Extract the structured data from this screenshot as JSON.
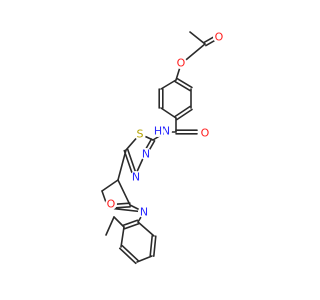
{
  "molecule": {
    "atoms": [
      {
        "id": "O_ester",
        "label": "O",
        "color": "#ff2020"
      },
      {
        "id": "O_acyl",
        "label": "O",
        "color": "#ff2020"
      },
      {
        "id": "O_amide",
        "label": "O",
        "color": "#ff2020"
      },
      {
        "id": "N_amide",
        "label": "N",
        "color": "#2a2aff"
      },
      {
        "id": "H_amide",
        "label": "H",
        "color": "#2a2aff"
      },
      {
        "id": "S_ring",
        "label": "S",
        "color": "#b3a100"
      },
      {
        "id": "N_ring1",
        "label": "N",
        "color": "#2a2aff"
      },
      {
        "id": "N_ring2",
        "label": "N",
        "color": "#2a2aff"
      },
      {
        "id": "O_lactam",
        "label": "O",
        "color": "#ff2020"
      },
      {
        "id": "N_lactam",
        "label": "N",
        "color": "#2a2aff"
      }
    ],
    "bond_color": "#2b2b2b"
  }
}
